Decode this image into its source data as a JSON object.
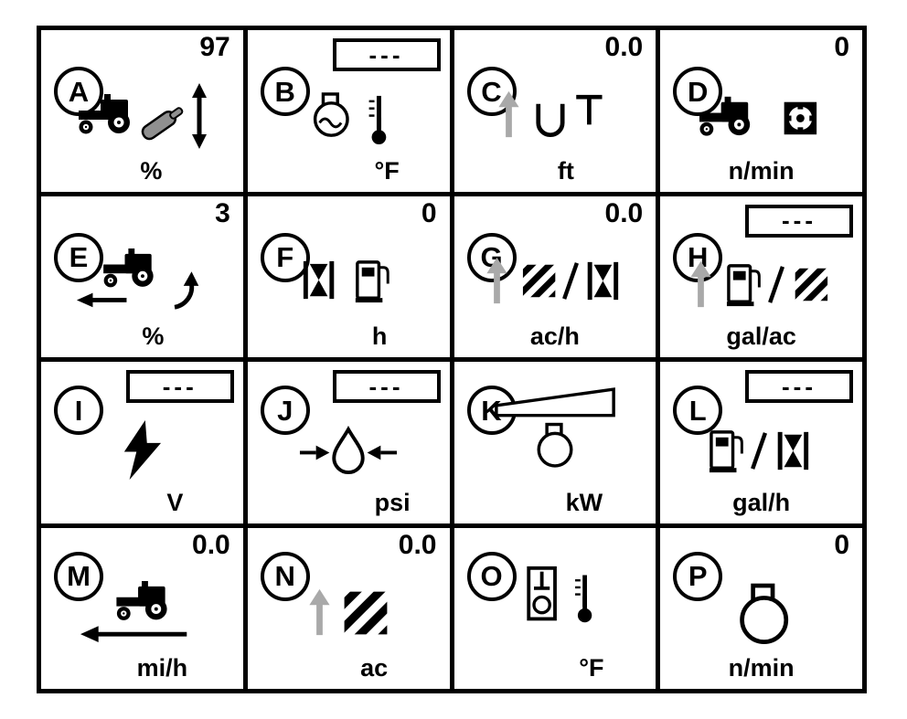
{
  "colors": {
    "foreground": "#000000",
    "background": "#ffffff",
    "gray_arrow": "#a9a9a9",
    "cylinder_gray": "#909090"
  },
  "cells": [
    {
      "letter": "A",
      "value": "97",
      "value_boxed": false,
      "unit": "%",
      "icon": "hitch-position",
      "gray_arrow": false
    },
    {
      "letter": "B",
      "value": "---",
      "value_boxed": true,
      "unit": "°F",
      "icon": "engine-coolant-temperature",
      "gray_arrow": false
    },
    {
      "letter": "C",
      "value": "0.0",
      "value_boxed": false,
      "unit": "ft",
      "icon": "implement-working-depth",
      "gray_arrow": true
    },
    {
      "letter": "D",
      "value": "0",
      "value_boxed": false,
      "unit": "n/min",
      "icon": "pto-speed",
      "gray_arrow": false
    },
    {
      "letter": "E",
      "value": "3",
      "value_boxed": false,
      "unit": "%",
      "icon": "wheel-slip",
      "gray_arrow": false
    },
    {
      "letter": "F",
      "value": "0",
      "value_boxed": false,
      "unit": "h",
      "icon": "fuel-remaining-time",
      "gray_arrow": false
    },
    {
      "letter": "G",
      "value": "0.0",
      "value_boxed": false,
      "unit": "ac/h",
      "icon": "area-per-hour",
      "gray_arrow": true
    },
    {
      "letter": "H",
      "value": "---",
      "value_boxed": true,
      "unit": "gal/ac",
      "icon": "fuel-per-area",
      "gray_arrow": true
    },
    {
      "letter": "I",
      "value": "---",
      "value_boxed": true,
      "unit": "V",
      "icon": "battery-voltage",
      "gray_arrow": false
    },
    {
      "letter": "J",
      "value": "---",
      "value_boxed": true,
      "unit": "psi",
      "icon": "engine-oil-pressure",
      "gray_arrow": false
    },
    {
      "letter": "K",
      "value": "",
      "value_boxed": false,
      "unit": "kW",
      "icon": "engine-power",
      "gray_arrow": false
    },
    {
      "letter": "L",
      "value": "---",
      "value_boxed": true,
      "unit": "gal/h",
      "icon": "fuel-rate",
      "gray_arrow": false
    },
    {
      "letter": "M",
      "value": "0.0",
      "value_boxed": false,
      "unit": "mi/h",
      "icon": "ground-speed",
      "gray_arrow": false
    },
    {
      "letter": "N",
      "value": "0.0",
      "value_boxed": false,
      "unit": "ac",
      "icon": "area-counter",
      "gray_arrow": true
    },
    {
      "letter": "O",
      "value": "",
      "value_boxed": false,
      "unit": "°F",
      "icon": "transmission-oil-temperature",
      "gray_arrow": false
    },
    {
      "letter": "P",
      "value": "0",
      "value_boxed": false,
      "unit": "n/min",
      "icon": "engine-speed",
      "gray_arrow": false
    }
  ]
}
